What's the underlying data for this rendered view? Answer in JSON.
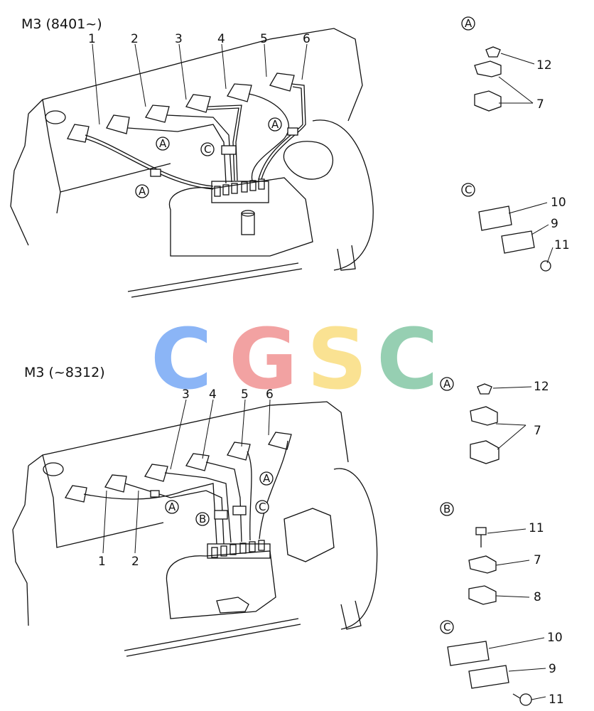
{
  "upper": {
    "title": "M3 (8401~)",
    "pipe_numbers": [
      "1",
      "2",
      "3",
      "4",
      "5",
      "6"
    ],
    "callouts": [
      "A",
      "A",
      "A",
      "C"
    ],
    "legend": {
      "A": {
        "letter": "A",
        "parts": [
          "12",
          "7"
        ]
      },
      "C": {
        "letter": "C",
        "parts": [
          "10",
          "9",
          "11"
        ]
      }
    }
  },
  "lower": {
    "title": "M3 (~8312)",
    "pipe_numbers": [
      "1",
      "2",
      "3",
      "4",
      "5",
      "6"
    ],
    "callouts": [
      "A",
      "A",
      "B",
      "C"
    ],
    "legend": {
      "A": {
        "letter": "A",
        "parts": [
          "12",
          "7"
        ]
      },
      "B": {
        "letter": "B",
        "parts": [
          "11",
          "7",
          "8"
        ]
      },
      "C": {
        "letter": "C",
        "parts": [
          "10",
          "9",
          "11"
        ]
      }
    }
  },
  "watermark": {
    "letters": [
      "C",
      "G",
      "S",
      "C"
    ],
    "colors": [
      "#6fa3f5",
      "#f08c8c",
      "#f9dc78",
      "#7cc49f"
    ]
  }
}
